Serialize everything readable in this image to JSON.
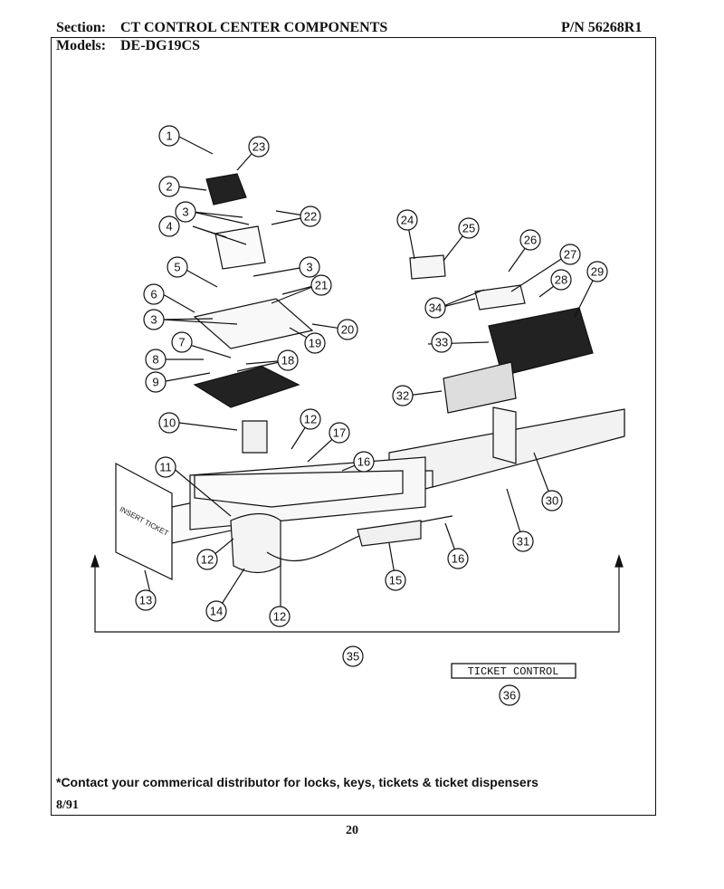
{
  "header": {
    "section_label": "Section:",
    "section_title": "CT CONTROL CENTER COMPONENTS",
    "part_number": "P/N 56268R1",
    "models_label": "Models:",
    "models_value": "DE-DG19CS"
  },
  "diagram": {
    "callouts": [
      "1",
      "2",
      "3",
      "4",
      "5",
      "6",
      "3",
      "7",
      "8",
      "9",
      "10",
      "11",
      "12",
      "13",
      "14",
      "12",
      "12",
      "17",
      "16",
      "15",
      "16",
      "31",
      "30",
      "32",
      "33",
      "34",
      "24",
      "25",
      "26",
      "27",
      "28",
      "29",
      "23",
      "22",
      "21",
      "20",
      "19",
      "18",
      "3",
      "35",
      "36"
    ],
    "insert_ticket_label": "INSERT TICKET",
    "ticket_control_label": "TICKET CONTROL"
  },
  "footer": {
    "note": "*Contact your commerical distributor for locks, keys, tickets & ticket dispensers",
    "date": "8/91",
    "page_number": "20"
  }
}
